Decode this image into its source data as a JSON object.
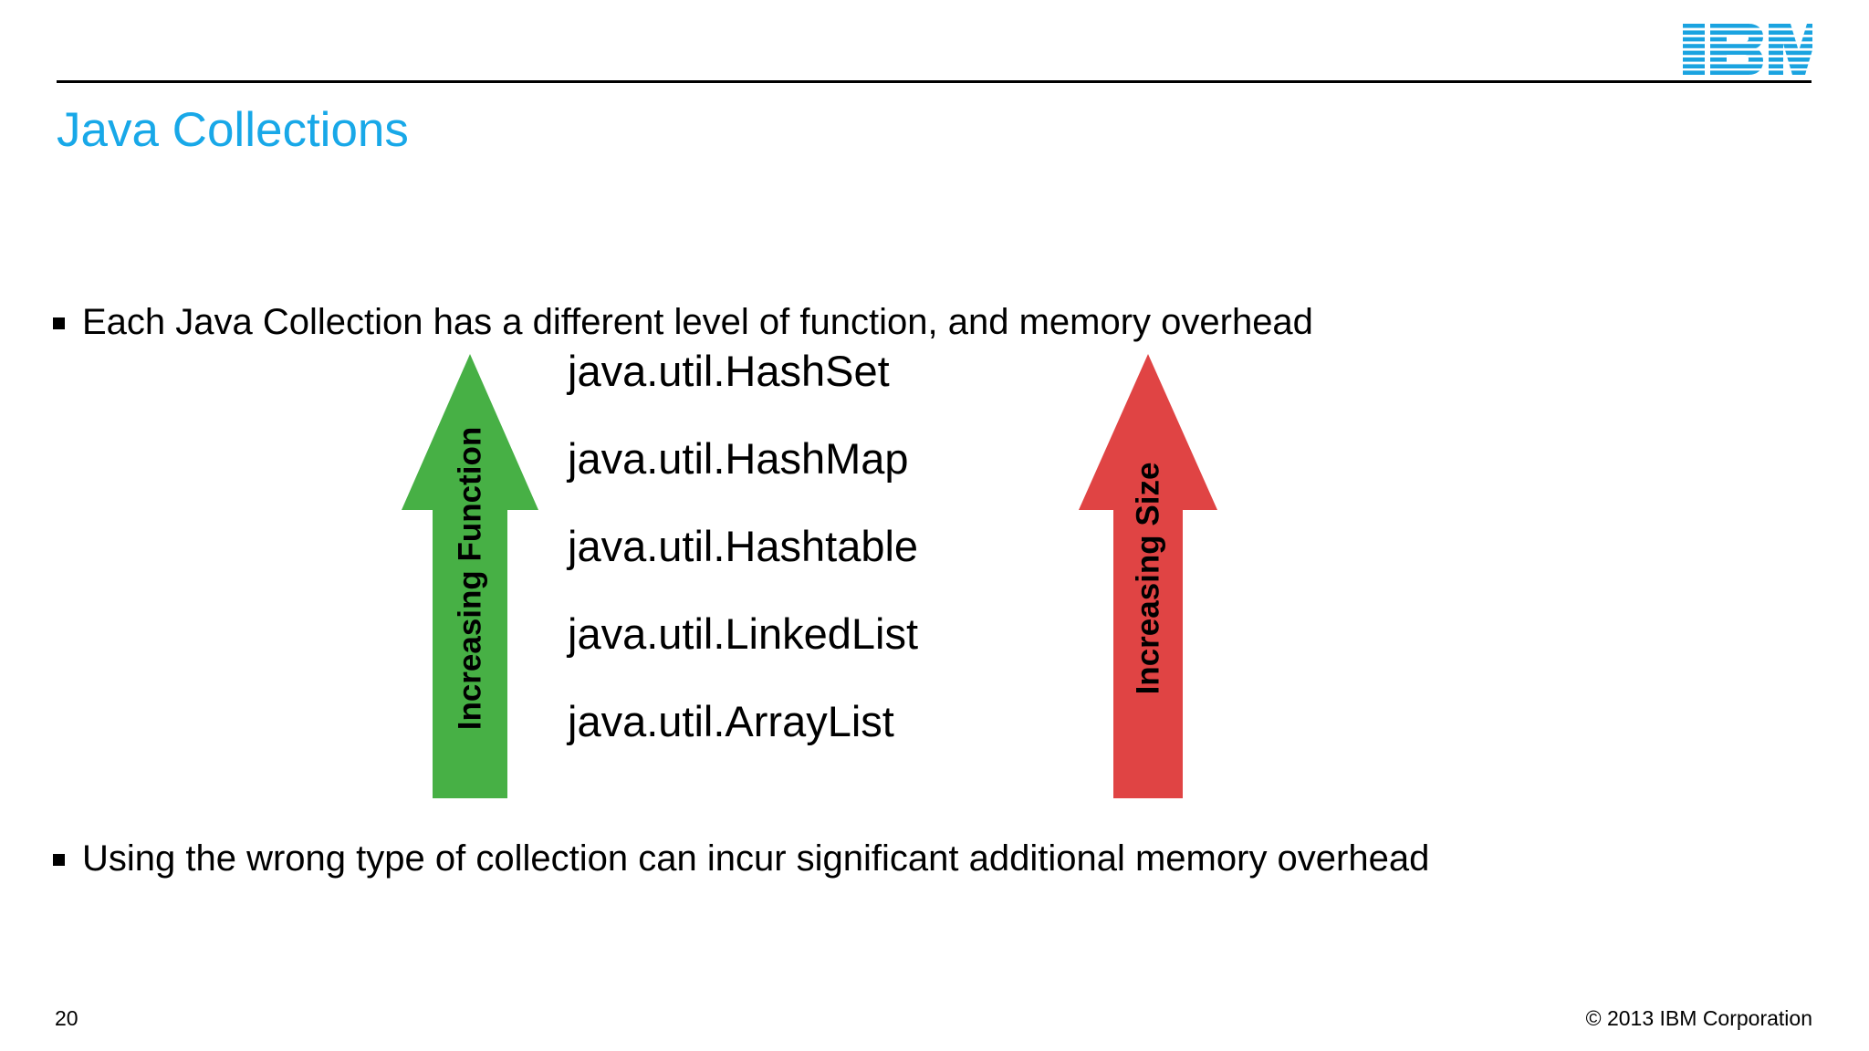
{
  "brand": {
    "logo_name": "ibm-logo",
    "logo_color": "#1aa3e0",
    "accent_color": "#18a8e8"
  },
  "header": {
    "title": "Java Collections"
  },
  "body": {
    "bullets": [
      {
        "text": "Each Java Collection has a different level of function, and memory overhead"
      },
      {
        "text": "Using the wrong type of collection can incur significant additional memory overhead"
      }
    ]
  },
  "diagram": {
    "left_arrow": {
      "label": "Increasing Function",
      "color": "#47b045",
      "direction": "up"
    },
    "right_arrow": {
      "label": "Increasing Size",
      "color": "#e04444",
      "direction": "up"
    },
    "collections": [
      "java.util.HashSet",
      "java.util.HashMap",
      "java.util.Hashtable",
      "java.util.LinkedList",
      "java.util.ArrayList"
    ]
  },
  "footer": {
    "page_number": "20",
    "copyright": "© 2013 IBM Corporation"
  }
}
